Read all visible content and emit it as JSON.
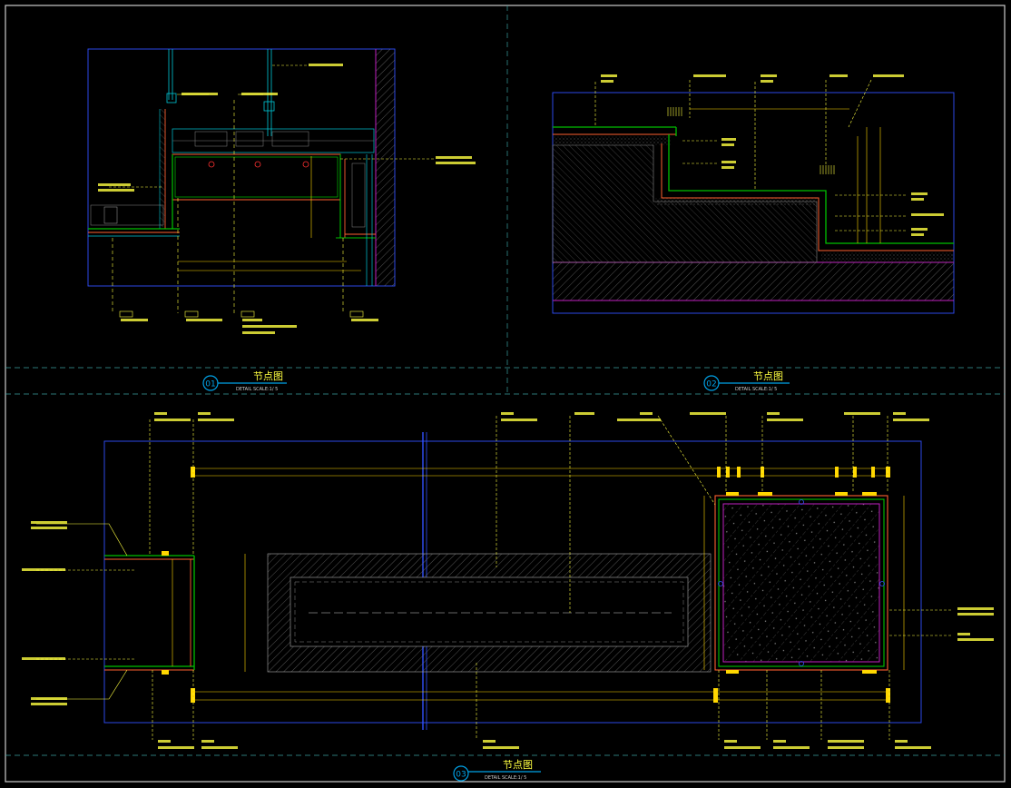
{
  "details": [
    {
      "number": "01",
      "title": "节点图",
      "subtitle": "DETAIL  SCALE:1/  5"
    },
    {
      "number": "02",
      "title": "节点图",
      "subtitle": "DETAIL  SCALE:1/  5"
    },
    {
      "number": "03",
      "title": "节点图",
      "subtitle": "DETAIL  SCALE:1/  5"
    }
  ],
  "colors": {
    "frame": "#cccccc",
    "section": "#3050ff",
    "dim": "#ffd700",
    "leader": "#ffff40",
    "wall": "#00c000",
    "stone": "#ff6030",
    "cyan": "#00c8d8",
    "magenta": "#c020c0"
  }
}
